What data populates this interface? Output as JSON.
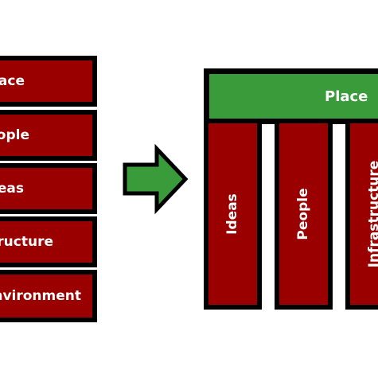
{
  "left_stack": {
    "items": [
      {
        "label": "Place"
      },
      {
        "label": "People"
      },
      {
        "label": "Ideas"
      },
      {
        "label": "Infrastructure"
      },
      {
        "label": "Environment"
      }
    ]
  },
  "arrow": {
    "icon": "right-arrow-icon",
    "color": "#3a9b3a"
  },
  "right_structure": {
    "roof": {
      "label": "Place",
      "color": "#3a9b3a"
    },
    "pillars": [
      {
        "label": "Ideas"
      },
      {
        "label": "People"
      },
      {
        "label": "Infrastructure"
      }
    ]
  },
  "colors": {
    "block_fill": "#9b0000",
    "outline": "#000000",
    "roof_fill": "#3a9b3a"
  }
}
